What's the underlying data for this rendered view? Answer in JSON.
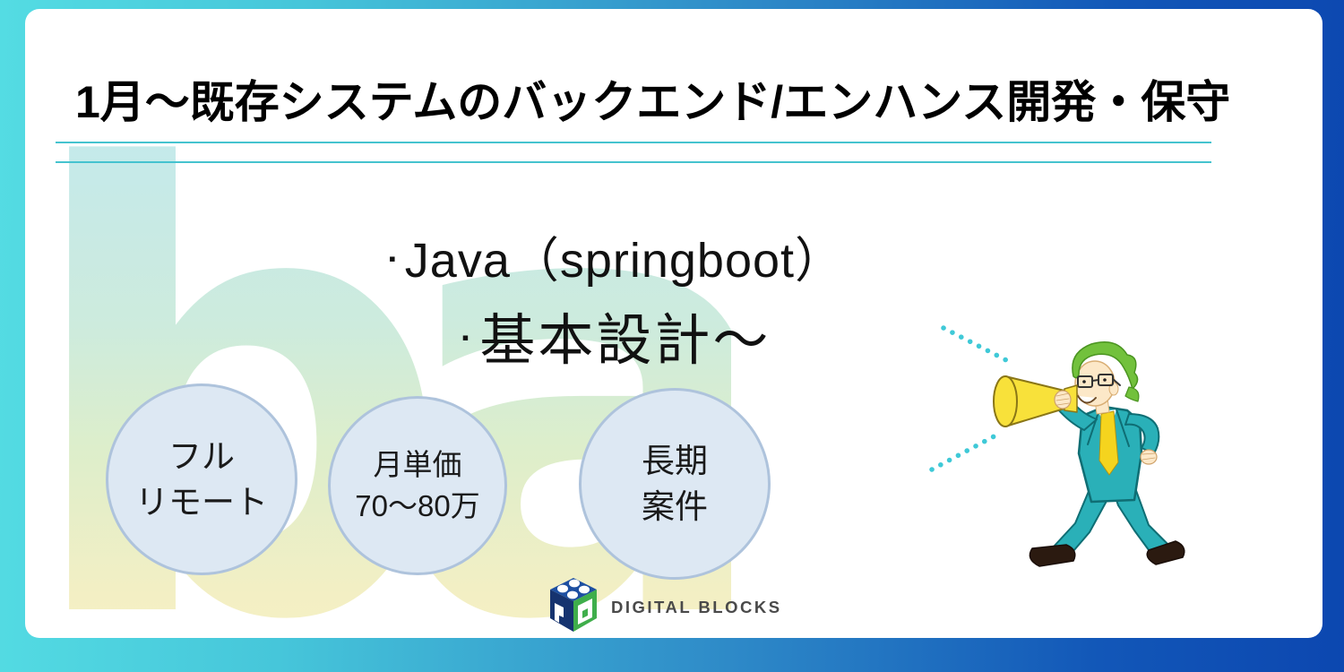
{
  "slide": {
    "title": "1月～既存システムのバックエンド/エンハンス開発・保守",
    "points": [
      {
        "bullet": "▪",
        "text": "Java（springboot）"
      },
      {
        "bullet": "▪",
        "text": "基本設計～"
      }
    ],
    "badges": [
      {
        "lines": [
          "フル",
          "リモート"
        ]
      },
      {
        "lines": [
          "月単価",
          "70～80万"
        ]
      },
      {
        "lines": [
          "長期",
          "案件"
        ]
      }
    ],
    "logo": {
      "text": "DIGITAL BLOCKS"
    },
    "watermark": "ba",
    "illustration": "man-announcing-with-megaphone"
  },
  "colors": {
    "frame_gradient_left": "#54dce3",
    "frame_gradient_right": "#0c47b0",
    "title_underline": "#45c3cf",
    "badge_fill": "#dde8f3",
    "badge_border": "#aec3dc",
    "watermark_top": "#c2e9ee",
    "watermark_middle": "#ddeecb",
    "watermark_bottom": "#f8f2c2",
    "megaphone_yellow": "#f8e13a",
    "suit_teal": "#2ab0b8",
    "hair_green": "#72c13c",
    "dotted_line_cyan": "#3fc9d7",
    "logo_top_blue": "#1d4fa1",
    "logo_left_navy": "#16336f",
    "logo_right_green": "#3fae4b"
  }
}
